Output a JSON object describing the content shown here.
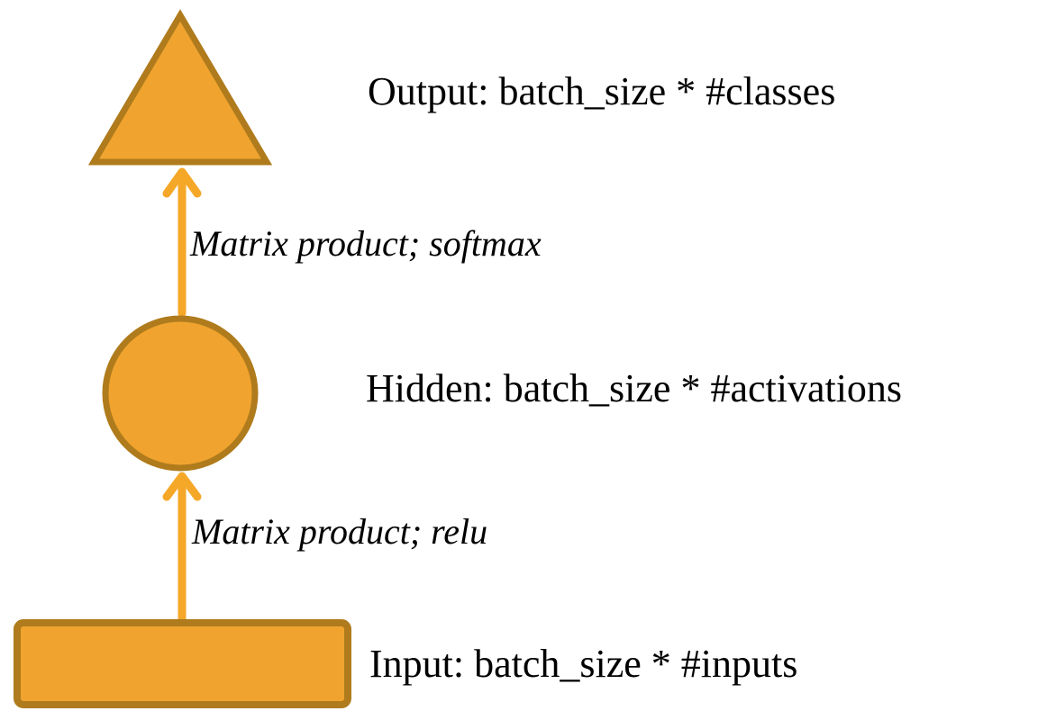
{
  "colors": {
    "background": "#FFFFFF",
    "shape_fill": "#F0A42F",
    "shape_stroke": "#AF7B1C",
    "arrow": "#F5A728",
    "text": "#000000"
  },
  "diagram": {
    "nodes": [
      {
        "id": "output-layer",
        "shape": "triangle",
        "label": "Output: batch_size * #classes"
      },
      {
        "id": "hidden-layer",
        "shape": "circle",
        "label": "Hidden: batch_size * #activations"
      },
      {
        "id": "input-layer",
        "shape": "rectangle",
        "label": "Input: batch_size * #inputs"
      }
    ],
    "edges": [
      {
        "from": "hidden-layer",
        "to": "output-layer",
        "label": "Matrix product; softmax"
      },
      {
        "from": "input-layer",
        "to": "hidden-layer",
        "label": "Matrix product; relu"
      }
    ]
  }
}
